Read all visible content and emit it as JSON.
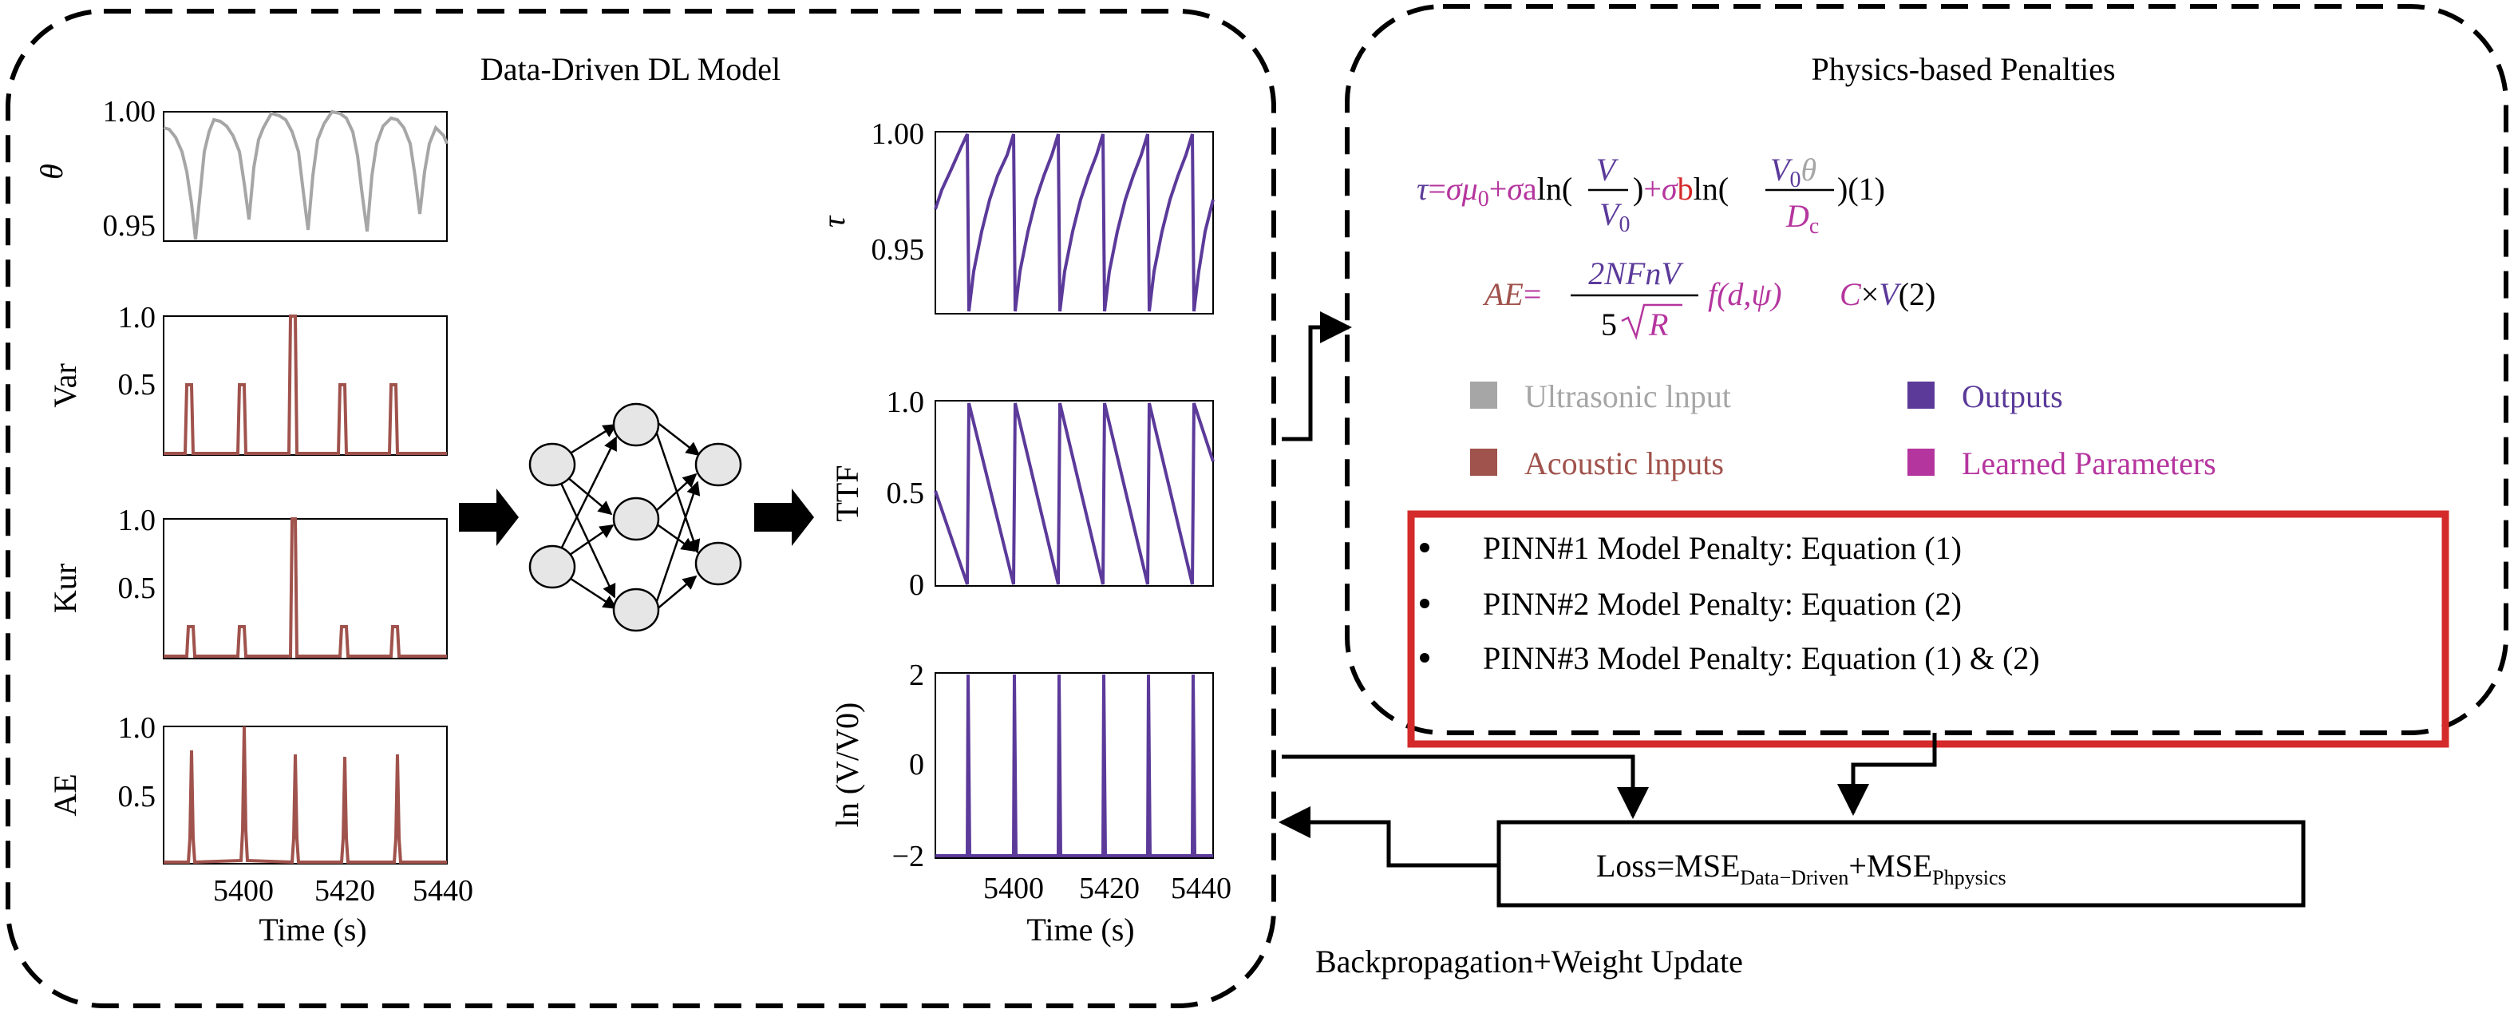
{
  "titles": {
    "left_box": "Data-Driven DL Model",
    "right_box": "Physics-based Penalties"
  },
  "colors": {
    "ultrasonic": "#a6a6a6",
    "acoustic": "#a0524c",
    "output": "#5b3a9a",
    "learned": "#b5359e",
    "penalty_box": "#d42a2a",
    "line": "#000000"
  },
  "inputs": {
    "theta": {
      "ylabel": "θ",
      "ticks": [
        "1.00",
        "0.95"
      ]
    },
    "var": {
      "ylabel": "Var",
      "ticks": [
        "1.0",
        "0.5"
      ]
    },
    "kur": {
      "ylabel": "Kur",
      "ticks": [
        "1.0",
        "0.5"
      ]
    },
    "ae": {
      "ylabel": "AE",
      "ticks": [
        "1.0",
        "0.5"
      ]
    },
    "xticks": [
      "5400",
      "5420",
      "5440"
    ],
    "xlabel": "Time (s)"
  },
  "outputs": {
    "tau": {
      "ylabel": "τ",
      "ticks": [
        "1.00",
        "0.95"
      ]
    },
    "ttf": {
      "ylabel": "TTF",
      "ticks": [
        "1.0",
        "0.5",
        "0"
      ]
    },
    "lnv": {
      "ylabel": "ln (V/V0)",
      "ticks": [
        "2",
        "0",
        "−2"
      ]
    },
    "xticks": [
      "5400",
      "5420",
      "5440"
    ],
    "xlabel": "Time (s)"
  },
  "equations": {
    "eq1": {
      "tau": "τ",
      "eq": "=",
      "sigma": "σ",
      "mu": "μ",
      "mu_sub": "0",
      "plus": "+",
      "a": "a",
      "ln": "ln(",
      "V": "V",
      "V0": "V",
      "V0_sub": "0",
      "close": ")",
      "b": "b",
      "theta": "θ",
      "Dc": "D",
      "Dc_sub": "c",
      "number": "(1)"
    },
    "eq2": {
      "AE": "AE",
      "eq": "=",
      "num": "2NFnV",
      "den_five": "5",
      "R": "R",
      "f": "f(d,ψ)",
      "C": "C",
      "times": "×",
      "V": "V",
      "number": "(2)"
    }
  },
  "legend": [
    {
      "label": "Ultrasonic lnput",
      "color": "#a6a6a6"
    },
    {
      "label": "Outputs",
      "color": "#5b3a9a"
    },
    {
      "label": "Acoustic lnputs",
      "color": "#a0524c"
    },
    {
      "label": "Learned Parameters",
      "color": "#b5359e"
    }
  ],
  "penalties": [
    "PINN#1 Model Penalty: Equation (1)",
    "PINN#2 Model Penalty: Equation (2)",
    "PINN#3 Model Penalty: Equation (1) & (2)"
  ],
  "loss": {
    "prefix": "Loss=MSE",
    "sub1": "Data−Driven",
    "plus": "+MSE",
    "sub2": "Phpysics"
  },
  "backprop": "Backpropagation+Weight Update"
}
